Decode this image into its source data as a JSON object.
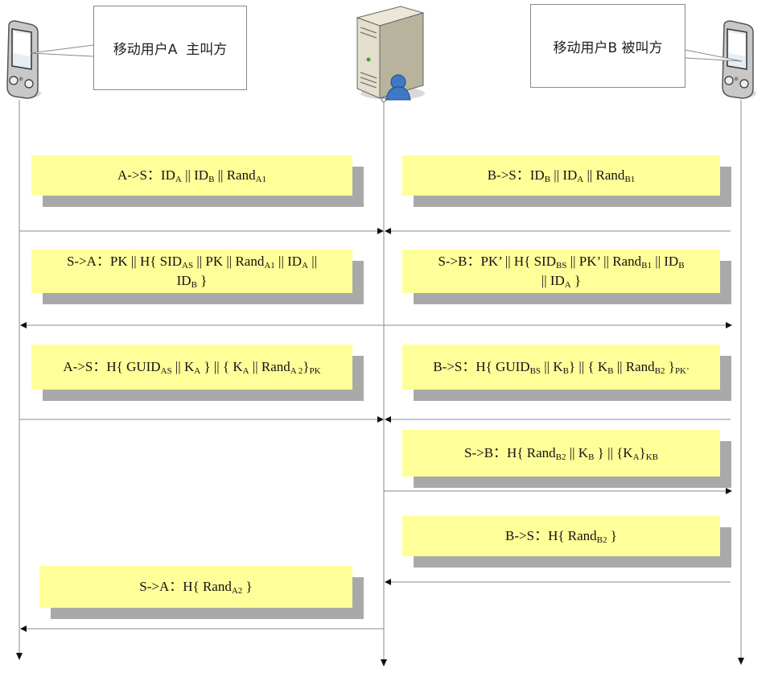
{
  "participants": {
    "user_a": {
      "label": "移动用户A  主叫方",
      "icon": "mobile-phone-icon"
    },
    "server": {
      "label": "",
      "icon": "server-user-icon"
    },
    "user_b": {
      "label": "移动用户B 被叫方",
      "icon": "mobile-phone-icon"
    }
  },
  "messages": [
    {
      "id": "m1",
      "from": "A",
      "to": "S",
      "parts": [
        [
          "A->S：ID",
          ""
        ],
        [
          "A",
          "s"
        ],
        [
          " || ID",
          ""
        ],
        [
          "B",
          "s"
        ],
        [
          " || Rand",
          ""
        ],
        [
          "A1",
          "s"
        ]
      ]
    },
    {
      "id": "m2",
      "from": "B",
      "to": "S",
      "parts": [
        [
          "B->S：ID",
          ""
        ],
        [
          "B",
          "s"
        ],
        [
          " || ID",
          ""
        ],
        [
          "A",
          "s"
        ],
        [
          " || Rand",
          ""
        ],
        [
          "B1",
          "s"
        ]
      ]
    },
    {
      "id": "m3",
      "from": "S",
      "to": "A",
      "parts": [
        [
          "S->A：PK || H{ SID",
          ""
        ],
        [
          "AS",
          "s"
        ],
        [
          " || PK || Rand",
          ""
        ],
        [
          "A1",
          "s"
        ],
        [
          " || ID",
          ""
        ],
        [
          "A",
          "s"
        ],
        [
          " ||",
          ""
        ],
        [
          "\n",
          ""
        ],
        [
          "ID",
          ""
        ],
        [
          "B",
          "s"
        ],
        [
          " }",
          ""
        ]
      ]
    },
    {
      "id": "m4",
      "from": "S",
      "to": "B",
      "parts": [
        [
          "S->B：PK’ || H{ SID",
          ""
        ],
        [
          "BS",
          "s"
        ],
        [
          " || PK’ || Rand",
          ""
        ],
        [
          "B1",
          "s"
        ],
        [
          " || ID",
          ""
        ],
        [
          "B",
          "s"
        ],
        [
          "\n",
          ""
        ],
        [
          "|| ID",
          ""
        ],
        [
          "A",
          "s"
        ],
        [
          " }",
          ""
        ]
      ]
    },
    {
      "id": "m5",
      "from": "A",
      "to": "S",
      "parts": [
        [
          "A->S：H{ GUID",
          ""
        ],
        [
          "AS",
          "s"
        ],
        [
          " || K",
          ""
        ],
        [
          "A",
          "s"
        ],
        [
          " } || { K",
          ""
        ],
        [
          "A",
          "s"
        ],
        [
          " || Rand",
          ""
        ],
        [
          "A 2",
          "s"
        ],
        [
          "}",
          ""
        ],
        [
          "PK",
          "s"
        ]
      ]
    },
    {
      "id": "m6",
      "from": "B",
      "to": "S",
      "parts": [
        [
          "B->S：H{ GUID",
          ""
        ],
        [
          "BS",
          "s"
        ],
        [
          " || K",
          ""
        ],
        [
          "B",
          "s"
        ],
        [
          "} || { K",
          ""
        ],
        [
          "B",
          "s"
        ],
        [
          " || Rand",
          ""
        ],
        [
          "B2",
          "s"
        ],
        [
          " }",
          ""
        ],
        [
          "PK’",
          "s"
        ]
      ]
    },
    {
      "id": "m7",
      "from": "S",
      "to": "B",
      "parts": [
        [
          "S->B：H{ Rand",
          ""
        ],
        [
          "B2",
          "s"
        ],
        [
          " || K",
          ""
        ],
        [
          "B",
          "s"
        ],
        [
          " } || {K",
          ""
        ],
        [
          "A",
          "s"
        ],
        [
          "}",
          ""
        ],
        [
          "KB",
          "s"
        ]
      ]
    },
    {
      "id": "m8",
      "from": "B",
      "to": "S",
      "parts": [
        [
          "B->S：H{ Rand",
          ""
        ],
        [
          "B2",
          "s"
        ],
        [
          " }",
          ""
        ]
      ]
    },
    {
      "id": "m9",
      "from": "S",
      "to": "A",
      "parts": [
        [
          "S->A：H{ Rand",
          ""
        ],
        [
          "A2",
          "s"
        ],
        [
          " }",
          ""
        ]
      ]
    }
  ],
  "colors": {
    "message_fill": "#ffff99",
    "shadow": "#a9a9a9",
    "line": "#8a8a8a",
    "arrow": "#111111"
  }
}
